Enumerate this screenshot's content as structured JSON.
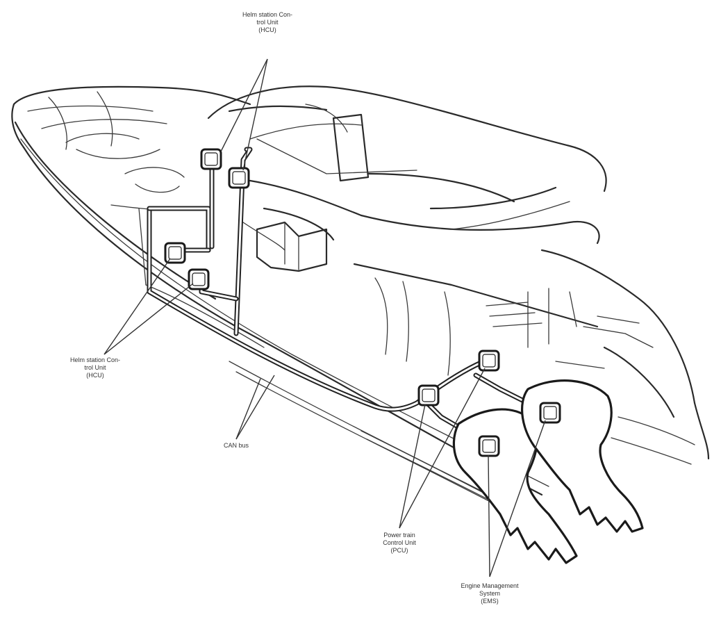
{
  "labels": {
    "hcu_top": {
      "lines": [
        "Helm station Con-",
        "trol Unit",
        "(HCU)"
      ]
    },
    "hcu_left": {
      "lines": [
        "Helm station Con-",
        "trol Unit",
        "(HCU)"
      ]
    },
    "can_bus": {
      "lines": [
        "CAN bus"
      ]
    },
    "pcu": {
      "lines": [
        "Power train",
        "Control Unit",
        "(PCU)"
      ]
    },
    "ems": {
      "lines": [
        "Engine Management",
        "System",
        "(EMS)"
      ]
    }
  }
}
